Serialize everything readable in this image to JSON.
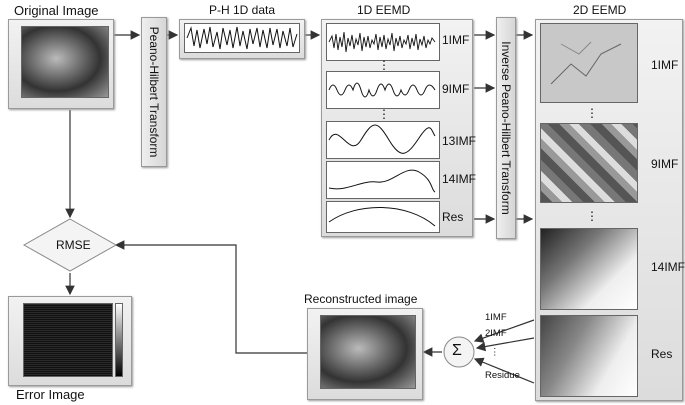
{
  "labels": {
    "original_image": "Original Image",
    "ph_1d_data": "P-H 1D data",
    "eemd_1d": "1D EEMD",
    "eemd_2d": "2D EEMD",
    "peano_hilbert": "Peano-Hilbert Transform",
    "inverse_peano_hilbert": "Inverse Peano-Hilbert Transform",
    "rmse": "RMSE",
    "error_image": "Error Image",
    "reconstructed_image": "Reconstructed image",
    "sigma": "Σ"
  },
  "imf_1d": {
    "imf1": "1IMF",
    "dots1": "⋮",
    "imf9": "9IMF",
    "dots2": "⋮",
    "imf13": "13IMF",
    "imf14": "14IMF",
    "res": "Res"
  },
  "imf_2d": {
    "imf1": "1IMF",
    "dots1": "⋮",
    "imf9": "9IMF",
    "dots2": "⋮",
    "imf14": "14IMF",
    "res": "Res"
  },
  "sum_inputs": {
    "in1": "1IMF",
    "in2": "2IMF",
    "dots": "⋮",
    "residue": "Residue"
  },
  "colors": {
    "arrow": "#333333",
    "panel": "#e6e6e6",
    "border": "#9a9a9a"
  }
}
